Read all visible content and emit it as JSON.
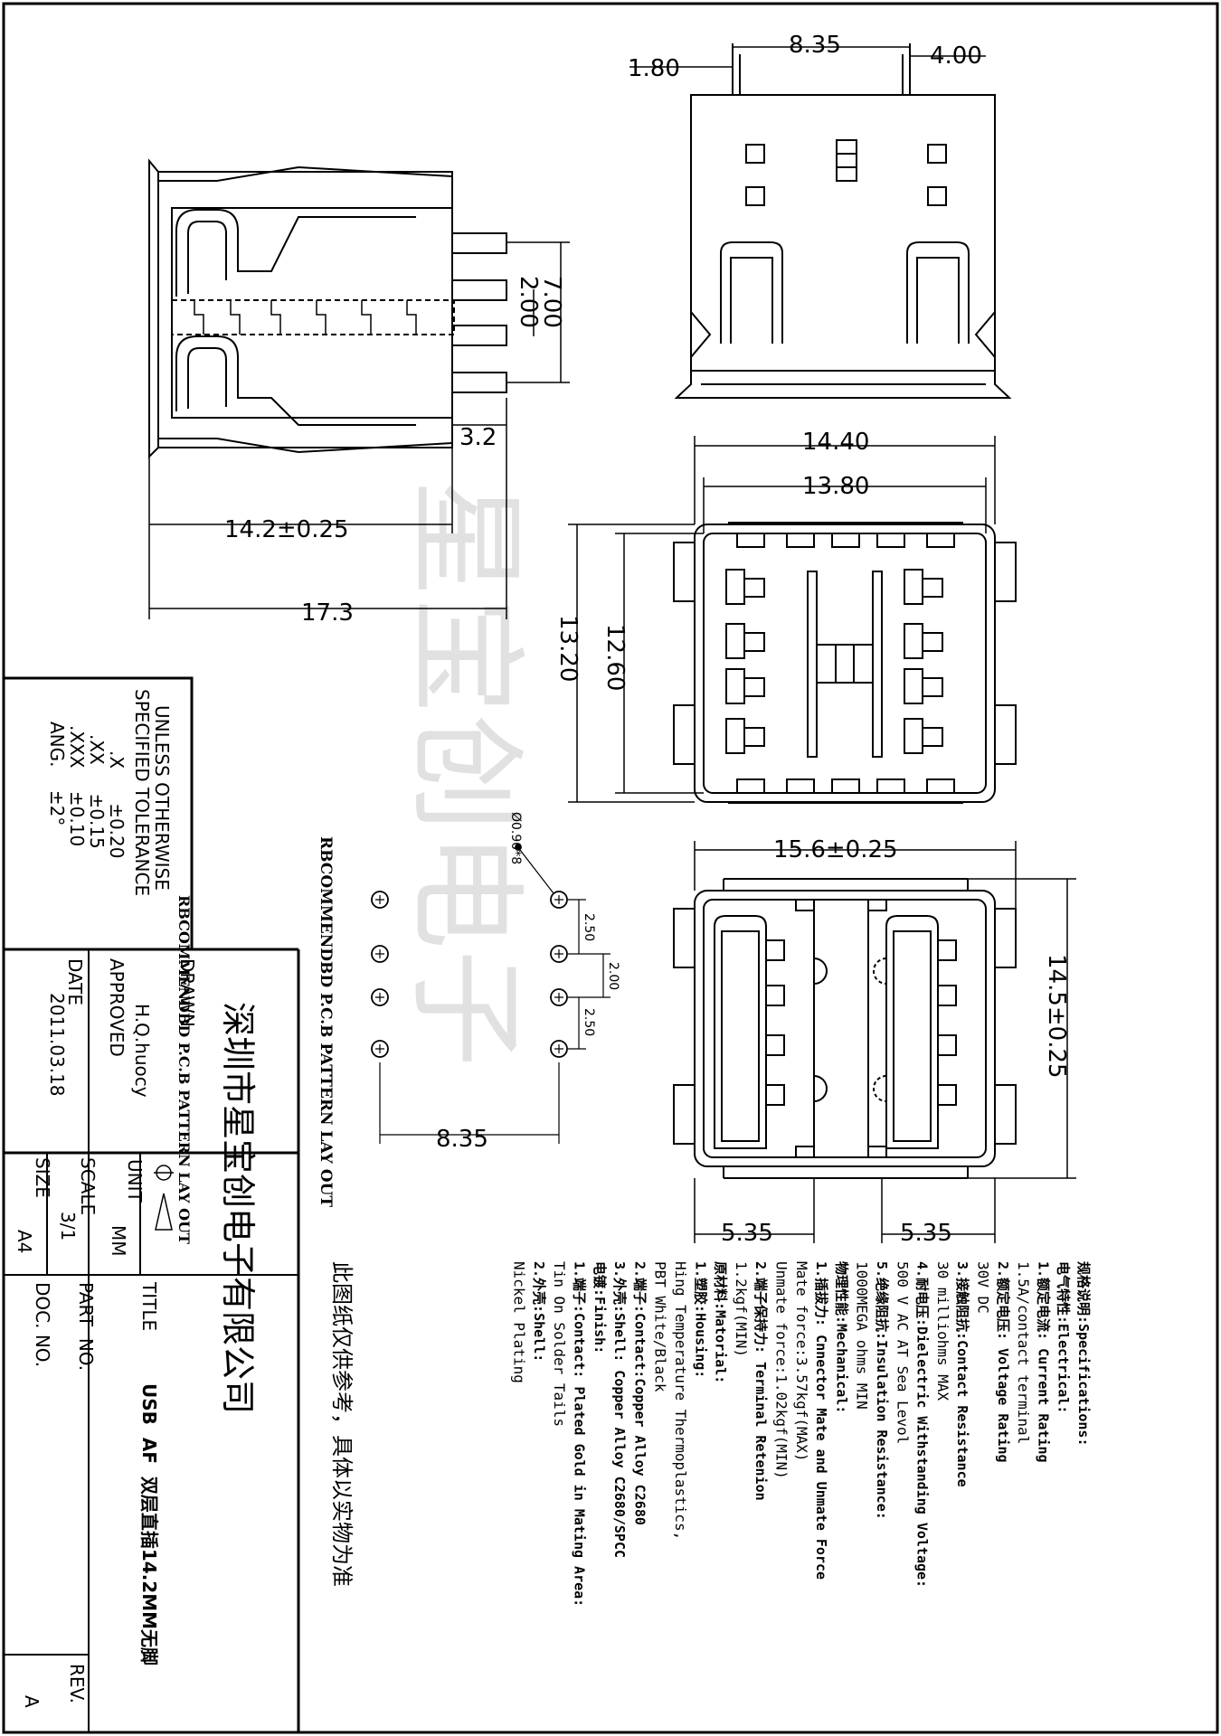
{
  "watermark": "星宝创电子",
  "dims": {
    "top_width": "8.35",
    "top_left": "1.80",
    "top_right": "4.00",
    "side_height": "7.00",
    "side_pitch": "2.00",
    "side_pin": "3.2",
    "side_body": "14.2±0.25",
    "side_total": "17.3",
    "front_outer_w": "14.40",
    "front_inner_w": "13.80",
    "front_outer_h": "13.20",
    "front_inner_h": "12.60",
    "bottom_width": "15.6±0.25",
    "bottom_height": "14.5±0.25",
    "bottom_left": "5.35",
    "bottom_right": "5.35"
  },
  "pcb": {
    "hole_label": "Ø0.90*8",
    "pitch_a": "2.50",
    "pitch_b": "2.00",
    "pitch_c": "2.50",
    "width": "8.35",
    "title": "RBCOMMENDBD P.C.B PATTERN LAY OUT",
    "title_ghost": "RBCOMMENDBD P.C.B PATTERN LAY OUT"
  },
  "tolerance": {
    "heading1": "UNLESS  OTHERWISE",
    "heading2": "SPECIFIED TOLERANCE",
    "rows": [
      ".X      ±0.20",
      ".XX     ±0.15",
      ".XXX    ±0.10",
      "ANG.    ±2°"
    ]
  },
  "title_block": {
    "company": "深圳市星宝创电子有限公司",
    "drawn_label": "DRAWN",
    "drawn_value": "H.Q.huocy",
    "approved_label": "APPROVED",
    "date_label": "DATE",
    "date_value": "2011.03.18",
    "unit_label": "UNIT",
    "unit_value": "MM",
    "scale_label": "SCALE",
    "scale_value": "3/1",
    "size_label": "SIZE",
    "size_value": "A4",
    "title_label": "TITLE",
    "title_value": "USB  AF  双层直插14.2MM无脚",
    "part_label": "PART  NO.",
    "doc_label": "DOC. NO.",
    "rev_label": "REV.",
    "rev_value": "A"
  },
  "note": "此图纸仅供参考，具体以实物为准",
  "specs": [
    {
      "text": "规格说明:Specifications:",
      "bold": true
    },
    {
      "text": "电气特性:Electrical:",
      "bold": true
    },
    {
      "text": " 1.额定电流: Current Rating",
      "bold": true
    },
    {
      "text": "      1.5A/contact terminal",
      "bold": false
    },
    {
      "text": " 2.额定电压: Voltage Rating",
      "bold": true
    },
    {
      "text": "      30V  DC",
      "bold": false
    },
    {
      "text": " 3.接触阻抗:Contact Resistance",
      "bold": true
    },
    {
      "text": "      30 milliohms MAX",
      "bold": false
    },
    {
      "text": " 4.耐电压:Dielectric Withstanding Voltage:",
      "bold": true
    },
    {
      "text": "      500 V AC AT Sea Levol",
      "bold": false
    },
    {
      "text": " 5.绝缘阻抗:Insulation Resistance:",
      "bold": true
    },
    {
      "text": "      1000MEGA ohms MIN",
      "bold": false
    },
    {
      "text": "物理性能:Mechanical:",
      "bold": true
    },
    {
      "text": " 1.插拔力: Cnnector Mate and Unmate Force",
      "bold": true
    },
    {
      "text": "      Mate force:3.57kgf(MAX)",
      "bold": false
    },
    {
      "text": "      Unmate force:1.02kgf(MIN)",
      "bold": false
    },
    {
      "text": " 2.端子保持力: Terminal Retenion",
      "bold": true
    },
    {
      "text": "      1.2kgf(MIN)",
      "bold": false
    },
    {
      "text": "原材料:Matorial:",
      "bold": true
    },
    {
      "text": " 1.塑胶:Housing:",
      "bold": true
    },
    {
      "text": "      Hing Temperature Thermoplastics,",
      "bold": false
    },
    {
      "text": "      PBT White/Black",
      "bold": false
    },
    {
      "text": " 2.端子:Contact:Copper Alloy C2680",
      "bold": true
    },
    {
      "text": " 3.外壳:Shell: Copper Alloy C2680/SPCC",
      "bold": true
    },
    {
      "text": "电镀:Finish:",
      "bold": true
    },
    {
      "text": " 1.端子:Contact: Plated Gold in Mating Area:",
      "bold": true
    },
    {
      "text": "      Tin On Solder Tails",
      "bold": false
    },
    {
      "text": " 2.外壳:Shell:",
      "bold": true
    },
    {
      "text": "      Nickel Plating",
      "bold": false
    }
  ]
}
